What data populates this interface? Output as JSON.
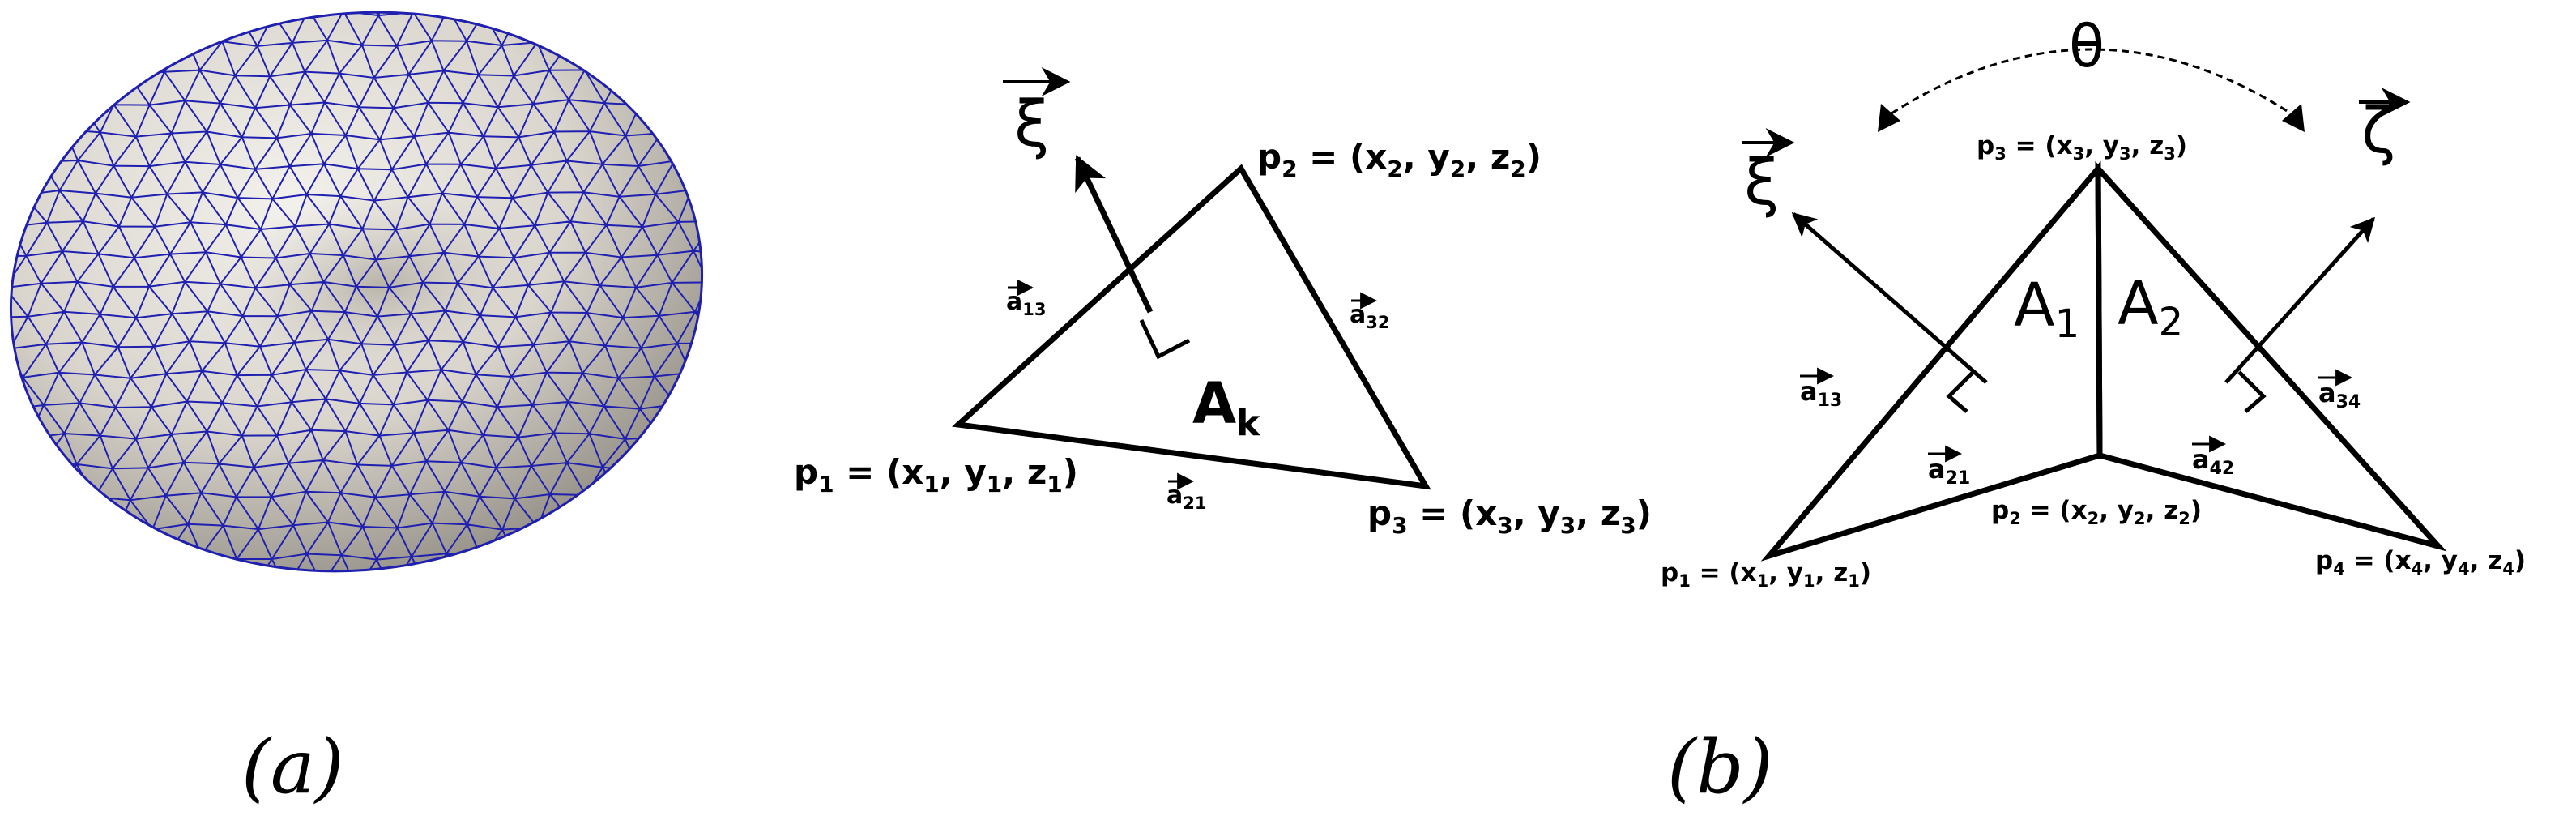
{
  "panel_a": {
    "caption": "(a)",
    "surface_fill": "#d8d4cc",
    "mesh_color": "#1f1fb0"
  },
  "panel_b1": {
    "xi_symbol": "ξ",
    "area_label": {
      "main": "A",
      "sub": "k"
    },
    "vertices": [
      {
        "p": "p",
        "i": "1",
        "x": "x",
        "y": "y",
        "z": "z"
      },
      {
        "p": "p",
        "i": "2",
        "x": "x",
        "y": "y",
        "z": "z"
      },
      {
        "p": "p",
        "i": "3",
        "x": "x",
        "y": "y",
        "z": "z"
      }
    ],
    "edges": [
      {
        "main": "a",
        "sub": "13"
      },
      {
        "main": "a",
        "sub": "32"
      },
      {
        "main": "a",
        "sub": "21"
      }
    ]
  },
  "panel_b2": {
    "caption": "(b)",
    "theta_symbol": "θ",
    "xi_symbol": "ξ",
    "zeta_symbol": "ζ",
    "areas": [
      {
        "main": "A",
        "sub": "1"
      },
      {
        "main": "A",
        "sub": "2"
      }
    ],
    "vertices": [
      {
        "p": "p",
        "i": "3",
        "x": "x",
        "y": "y",
        "z": "z",
        "xi": "3",
        "yi": "3",
        "zi": "3"
      },
      {
        "p": "p",
        "i": "1",
        "x": "x",
        "y": "y",
        "z": "z",
        "xi": "1",
        "yi": "1",
        "zi": "1"
      },
      {
        "p": "p",
        "i": "2",
        "x": "x",
        "y": "y",
        "z": "z",
        "xi": "2",
        "yi": "2",
        "zi": "2"
      },
      {
        "p": "p",
        "i": "4",
        "x": "x",
        "y": "y",
        "z": "z",
        "xi": "4",
        "yi": "4",
        "zi": "4"
      }
    ],
    "edges": [
      {
        "main": "a",
        "sub": "13"
      },
      {
        "main": "a",
        "sub": "21"
      },
      {
        "main": "a",
        "sub": "42"
      },
      {
        "main": "a",
        "sub": "34"
      }
    ]
  }
}
